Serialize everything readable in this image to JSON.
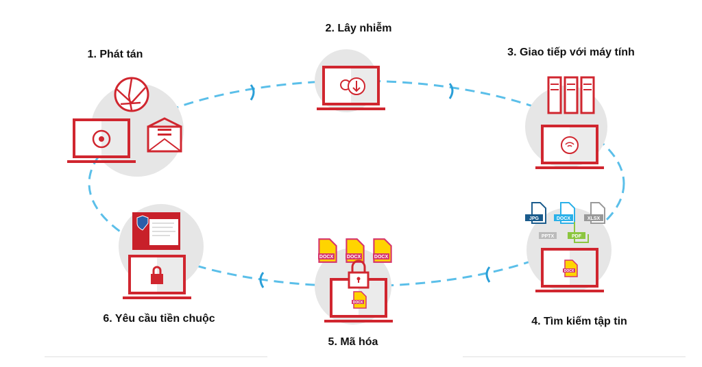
{
  "colors": {
    "accent": "#d0262f",
    "path": "#5bbfe9",
    "circle": "#e6e6e6",
    "file_yellow": "#ffd400",
    "file_pink": "#d6336c"
  },
  "steps": [
    {
      "label": "1. Phát tán",
      "icons": [
        "globe-icon",
        "infected-laptop-icon",
        "email-icon"
      ]
    },
    {
      "label": "2. Lây nhiễm",
      "icons": [
        "download-malware-laptop-icon"
      ]
    },
    {
      "label": "3. Giao tiếp với máy tính",
      "icons": [
        "server-icon",
        "wifi-laptop-icon"
      ]
    },
    {
      "label": "4. Tìm kiếm tập tin",
      "icons": [
        "file-icon",
        "laptop-icon"
      ],
      "files": [
        "JPG",
        "DOCX",
        "XLSX",
        "PPTX",
        "PDF",
        "DOCX"
      ]
    },
    {
      "label": "5. Mã hóa",
      "icons": [
        "file-icon",
        "lock-icon",
        "laptop-icon"
      ],
      "files": [
        "DOCX",
        "DOCX",
        "DOCX",
        "DOCX"
      ]
    },
    {
      "label": "6. Yêu cầu tiền chuộc",
      "icons": [
        "ransom-window-icon",
        "locked-laptop-icon"
      ]
    }
  ]
}
